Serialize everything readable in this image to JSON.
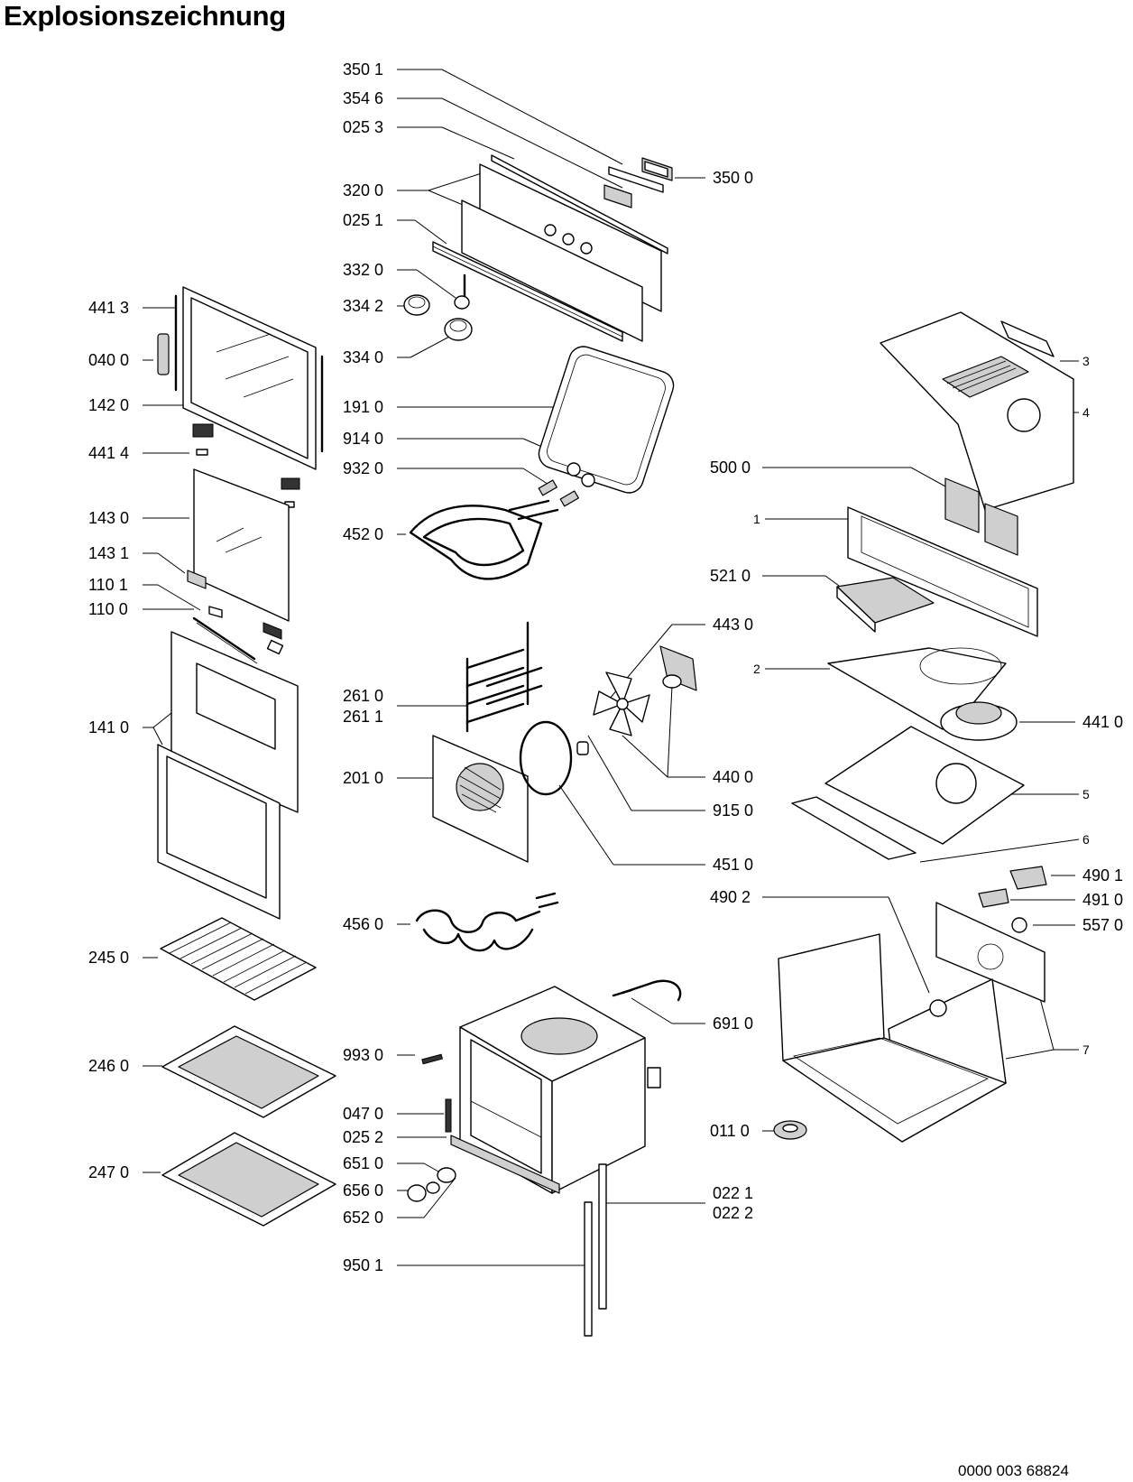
{
  "header": {
    "title": "Explosionszeichnung"
  },
  "footer": {
    "document_number": "0000 003 68824"
  },
  "labels": {
    "l_350_1": "350 1",
    "l_354_6": "354 6",
    "l_025_3": "025 3",
    "l_350_0": "350 0",
    "l_320_0": "320 0",
    "l_025_1": "025 1",
    "l_332_0": "332 0",
    "l_334_2": "334 2",
    "l_334_0": "334 0",
    "l_191_0": "191 0",
    "l_914_0": "914 0",
    "l_932_0": "932 0",
    "l_452_0": "452 0",
    "l_261_0": "261 0",
    "l_261_1": "261 1",
    "l_201_0": "201 0",
    "l_443_0": "443 0",
    "l_440_0": "440 0",
    "l_915_0": "915 0",
    "l_451_0": "451 0",
    "l_456_0": "456 0",
    "l_691_0": "691 0",
    "l_993_0": "993 0",
    "l_047_0": "047 0",
    "l_025_2": "025 2",
    "l_651_0": "651 0",
    "l_656_0": "656 0",
    "l_652_0": "652 0",
    "l_950_1": "950 1",
    "l_022_1": "022 1",
    "l_022_2": "022 2",
    "l_441_3": "441 3",
    "l_040_0": "040 0",
    "l_142_0": "142 0",
    "l_441_4": "441 4",
    "l_143_0": "143 0",
    "l_143_1": "143 1",
    "l_110_1": "110 1",
    "l_110_0": "110 0",
    "l_141_0": "141 0",
    "l_245_0": "245 0",
    "l_246_0": "246 0",
    "l_247_0": "247 0",
    "l_3": "3",
    "l_4": "4",
    "l_500_0": "500 0",
    "l_1": "1",
    "l_521_0": "521 0",
    "l_2": "2",
    "l_441_0": "441 0",
    "l_5": "5",
    "l_6": "6",
    "l_490_1": "490 1",
    "l_490_2": "490 2",
    "l_491_0": "491 0",
    "l_557_0": "557 0",
    "l_7": "7",
    "l_011_0": "011 0"
  }
}
